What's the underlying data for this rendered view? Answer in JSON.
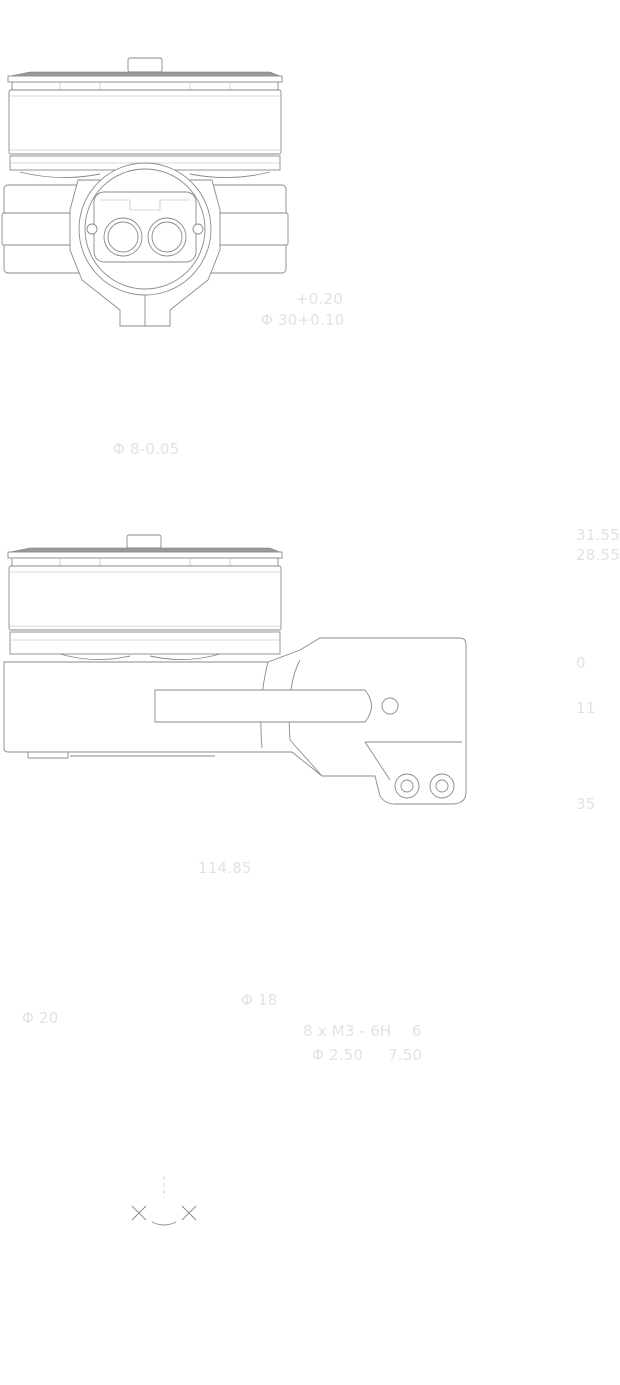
{
  "top_view": {
    "tol_upper": "+0.20",
    "bore_diameter": "Φ 30+0.10",
    "pin_diameter": "Φ 8-0.05"
  },
  "side_view": {
    "height_a": "31.55",
    "height_b": "28.55",
    "dim_zero": "0",
    "dim_eleven": "11",
    "dim_thirtyfive": "35",
    "length": "114.85"
  },
  "detail_view": {
    "dia_18": "Φ 18",
    "dia_20": "Φ 20",
    "thread_spec": "8 x M3 - 6H",
    "thread_depth": "6",
    "hole_diameter": "Φ 2.50",
    "hole_depth": "7.50"
  },
  "colors": {
    "line": "#8a8a8a",
    "dimension_text": "#e2e2e2",
    "background": "#ffffff"
  }
}
